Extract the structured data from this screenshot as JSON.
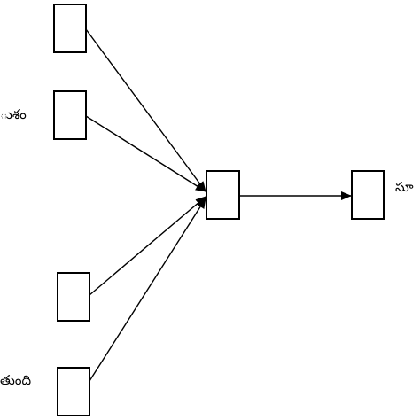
{
  "diagram": {
    "labels": {
      "input_2": "ుశం",
      "input_4": "తుంది",
      "output": "సూ"
    },
    "colors": {
      "stroke": "#000000",
      "background": "#ffffff"
    }
  }
}
